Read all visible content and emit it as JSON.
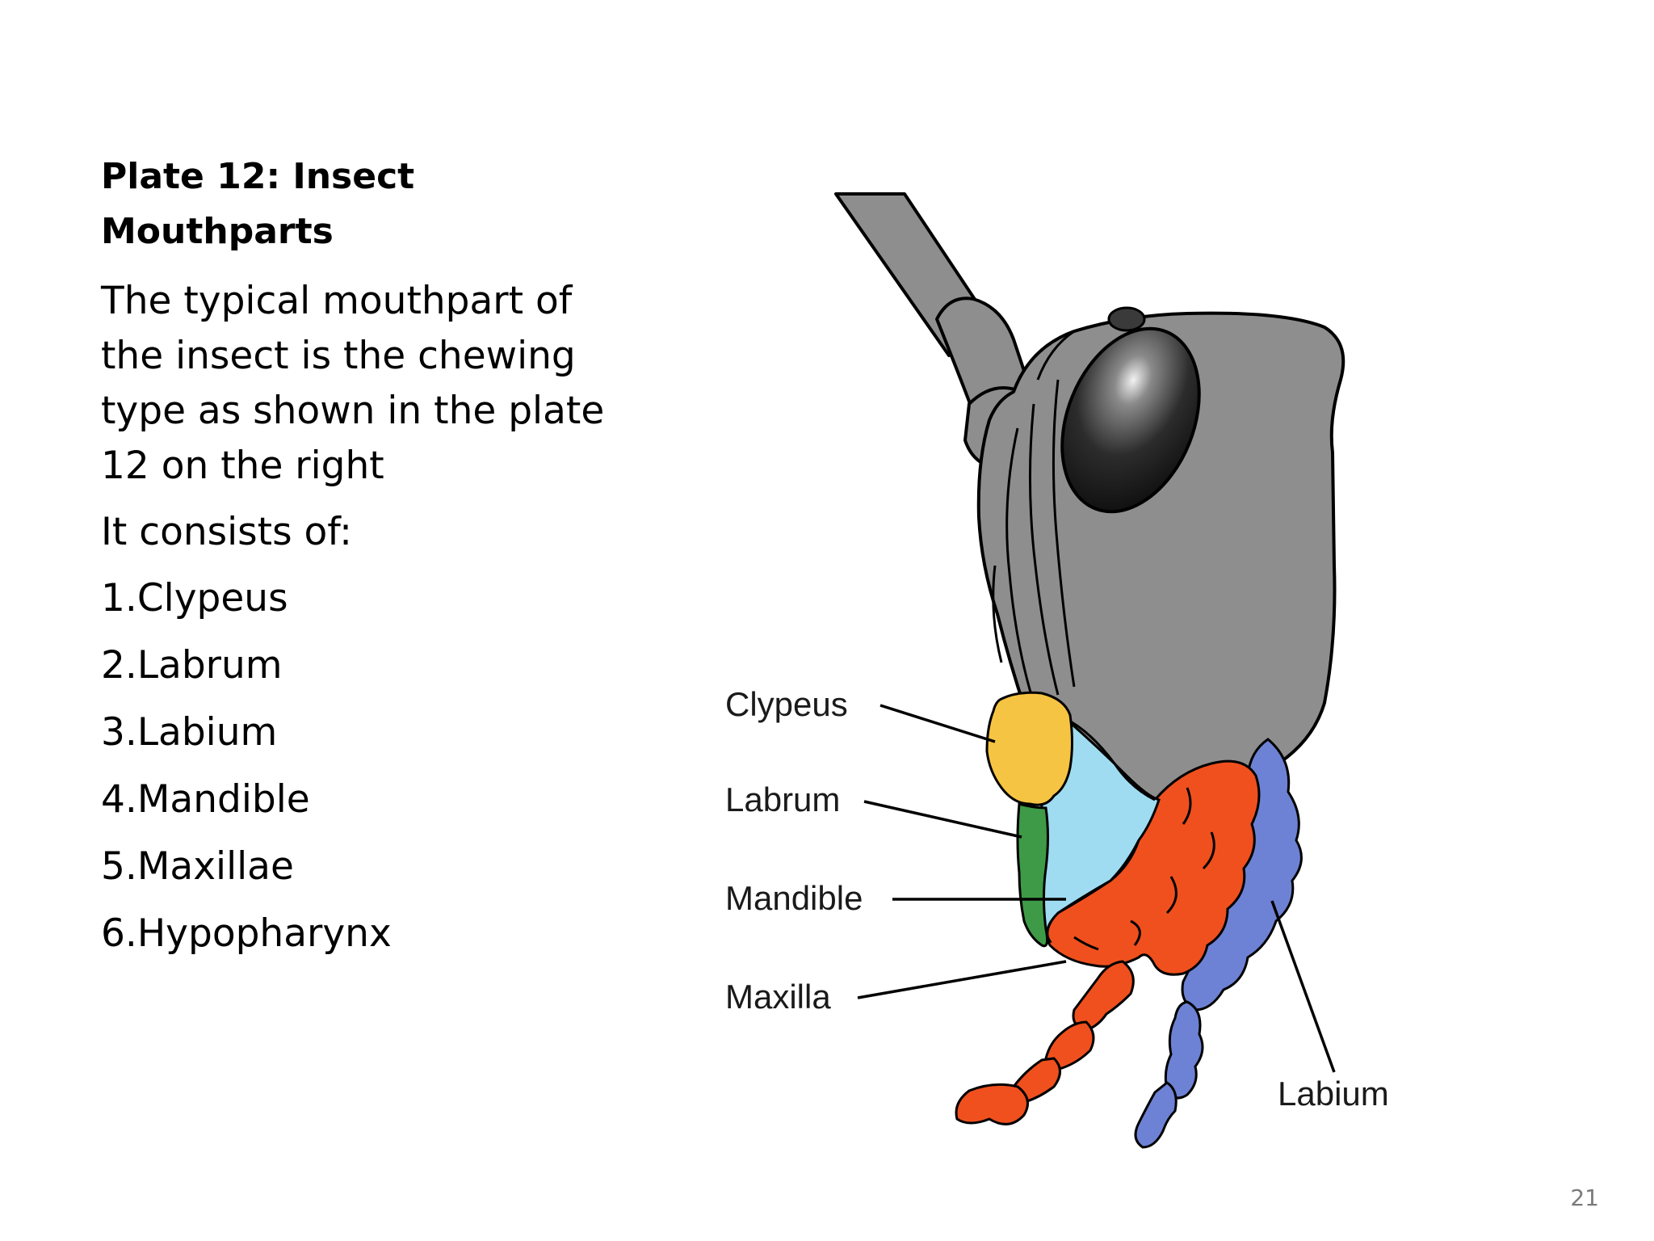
{
  "slide": {
    "title": "Plate 12: Insect Mouthparts",
    "body": "The typical mouthpart of the insect is the chewing type as shown in the plate 12 on the right",
    "intro": "It consists of:",
    "items": [
      "1.Clypeus",
      "2.Labrum",
      "3.Labium",
      "4.Mandible",
      "5.Maxillae",
      "6.Hypopharynx"
    ],
    "page_number": "21"
  },
  "diagram": {
    "labels": {
      "clypeus": "Clypeus",
      "labrum": "Labrum",
      "mandible": "Mandible",
      "maxilla": "Maxilla",
      "labium": "Labium"
    },
    "colors": {
      "head": "#8e8e8e",
      "eye": "#1c1c1c",
      "clypeus": "#f6c443",
      "labrum": "#3e9a46",
      "mandible": "#9fdcf2",
      "maxilla": "#f0501e",
      "labium": "#6d82d4"
    }
  }
}
